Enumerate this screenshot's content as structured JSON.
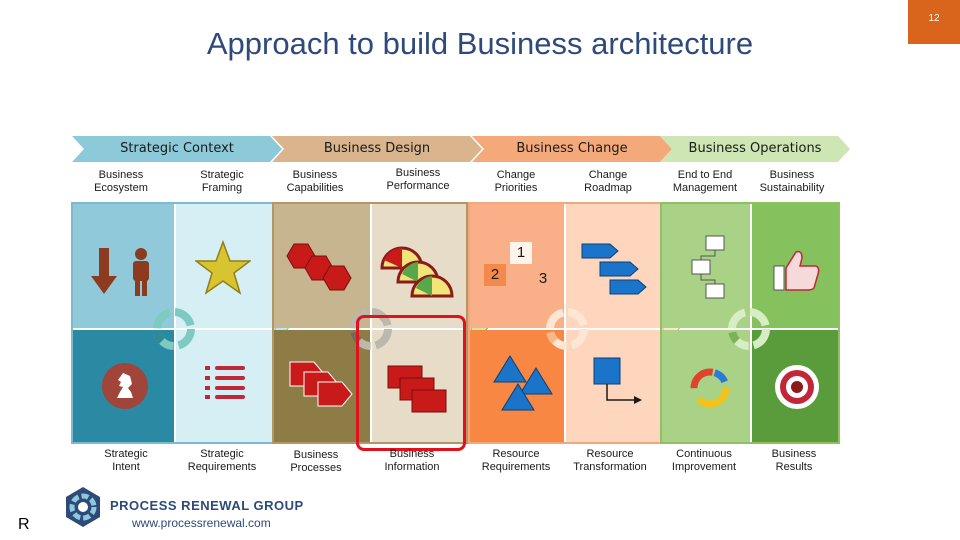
{
  "slide": {
    "title": "Approach to build Business architecture",
    "page_number": "12"
  },
  "phases": [
    {
      "label": "Strategic Context",
      "color": "#8dcad9",
      "items": [
        "Business\nEcosystem",
        "Strategic\nFraming"
      ],
      "bottom": [
        "Strategic\nIntent",
        "Strategic\nRequirements"
      ]
    },
    {
      "label": "Business Design",
      "color": "#d9b48c",
      "items": [
        "Business\nCapabilities",
        "Business\nPerformance"
      ],
      "bottom": [
        "Business\nProcesses",
        "Business\nInformation"
      ]
    },
    {
      "label": "Business Change",
      "color": "#f4a97a",
      "items": [
        "Change\nPriorities",
        "Change\nRoadmap"
      ],
      "bottom": [
        "Resource\nRequirements",
        "Resource\nTransformation"
      ]
    },
    {
      "label": "Business Operations",
      "color": "#cde6b3",
      "items": [
        "End to End\nManagement",
        "Business\nSustainability"
      ],
      "bottom": [
        "Continuous\nImprovement",
        "Business\nResults"
      ]
    }
  ],
  "priority_numbers": [
    "1",
    "2",
    "3"
  ],
  "footer": {
    "company": "PROCESS RENEWAL GROUP",
    "url": "www.processrenewal.com",
    "mark": "R"
  },
  "icons": [
    "arrow-person-icon",
    "star-icon",
    "cycle-icon",
    "knight-icon",
    "list-icon",
    "hexagons-icon",
    "pie-icons",
    "pentagon-arrows-icon",
    "documents-icon",
    "triangles-icon",
    "gantt-icon",
    "flow-icon",
    "checkbox-icon",
    "thumbs-up-icon",
    "refresh-icon",
    "target-icon"
  ]
}
